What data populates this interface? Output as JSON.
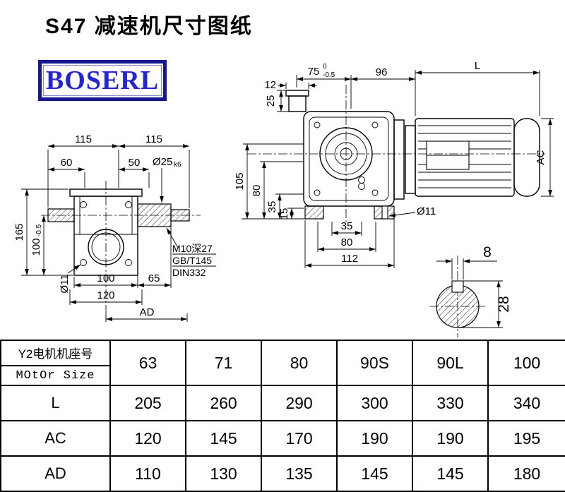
{
  "page": {
    "title": "S47 减速机尺寸图纸",
    "brand": "BOSERL"
  },
  "front_view": {
    "d115a": "115",
    "d115b": "115",
    "d60": "60",
    "d50": "50",
    "shaft_dia": "Ø25",
    "shaft_fit": "k6",
    "h165": "165",
    "h100": "100",
    "h100_tol": "-0.5",
    "hole": "Ø11",
    "b100": "100",
    "b65": "65",
    "b120": "120",
    "bAD": "AD",
    "note1": "M10深27",
    "note2": "GB/T145",
    "note3": "DIN332"
  },
  "side_view": {
    "tol_top": "0",
    "w75": "75",
    "w75_tol": "-0.5",
    "w96": "96",
    "wL": "L",
    "d12": "12",
    "d25": "25",
    "h105": "105",
    "h80": "80",
    "h35": "35",
    "h15": "15",
    "b35": "35",
    "b80": "80",
    "b112": "112",
    "hole": "Ø11",
    "hAC": "AC"
  },
  "shaft_detail": {
    "key_w": "8",
    "key_h": "28"
  },
  "table": {
    "header_cn": "Y2电机机座号",
    "header_en": "MOtOr Size",
    "sizes": [
      "63",
      "71",
      "80",
      "90S",
      "90L",
      "100"
    ],
    "rows": [
      {
        "label": "L",
        "values": [
          "205",
          "260",
          "290",
          "300",
          "330",
          "340"
        ]
      },
      {
        "label": "AC",
        "values": [
          "120",
          "145",
          "170",
          "190",
          "190",
          "195"
        ]
      },
      {
        "label": "AD",
        "values": [
          "110",
          "130",
          "135",
          "145",
          "145",
          "180"
        ]
      }
    ]
  }
}
